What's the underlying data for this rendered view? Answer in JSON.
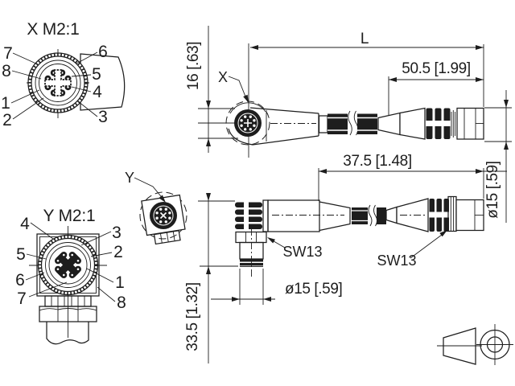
{
  "drawing": {
    "background": "#ffffff",
    "line_color": "#1d1d1d",
    "view_x": {
      "title": "X M2:1",
      "pins_left": [
        "7",
        "8",
        "1",
        "2"
      ],
      "pins_right": [
        "6",
        "5",
        "4",
        "3"
      ]
    },
    "view_y": {
      "title": "Y M2:1",
      "pins_left": [
        "4",
        "5",
        "6",
        "7"
      ],
      "pins_right": [
        "3",
        "2",
        "1",
        "8"
      ]
    },
    "callouts": {
      "x_pointer": "X",
      "y_pointer": "Y",
      "sw13_left": "SW13",
      "sw13_right": "SW13"
    },
    "dimensions": {
      "overall_length": "L",
      "right_connector_length": "50.5 [1.99]",
      "angled_connector_length": "37.5 [1.48]",
      "connector_height": "16 [.63]",
      "angled_connector_height": "33.5 [1.32]",
      "diameter_row1": "ø15 [.59]",
      "diameter_row2": "ø15 [.59]"
    }
  }
}
